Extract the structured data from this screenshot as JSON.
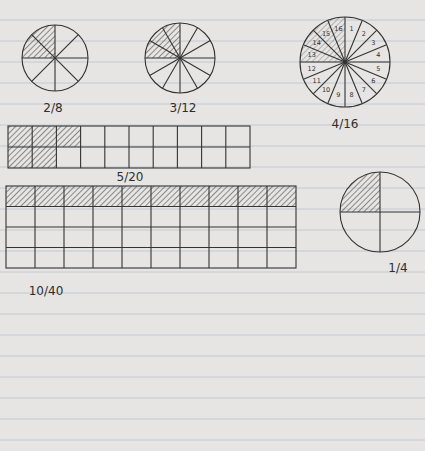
{
  "diagram": {
    "labels": [
      "2/8",
      "3/12",
      "4/16",
      "5/20",
      "10/40",
      "1/4",
      "1",
      "2",
      "3",
      "4",
      "5",
      "6",
      "7",
      "8",
      "9",
      "10",
      "11",
      "12",
      "13",
      "14",
      "15",
      "16"
    ]
  }
}
